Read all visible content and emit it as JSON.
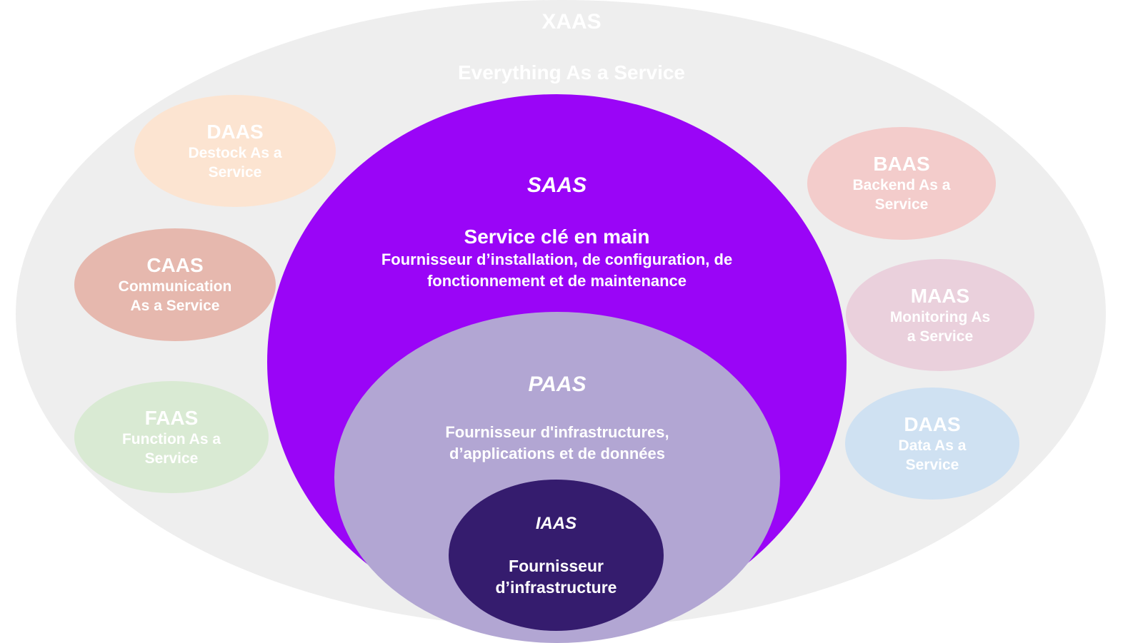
{
  "outer": {
    "title": "XAAS",
    "subtitle": "Everything As a Service",
    "color": "#eeeeee"
  },
  "saas": {
    "title": "SAAS",
    "heading": "Service clé en main",
    "line1": "Fournisseur d’installation, de configuration, de",
    "line2": "fonctionnement et de maintenance",
    "color": "#9a05f7"
  },
  "paas": {
    "title": "PAAS",
    "line1": "Fournisseur d'infrastructures,",
    "line2": "d’applications et de données",
    "color": "#b2a6d3"
  },
  "iaas": {
    "title": "IAAS",
    "line1": "Fournisseur",
    "line2": "d’infrastructure",
    "color": "#351c6e"
  },
  "bubbles": [
    {
      "title": "DAAS",
      "subtitle": "Destock As a\nService",
      "color": "#fce4d1"
    },
    {
      "title": "CAAS",
      "subtitle": "Communication\nAs a Service",
      "color": "#e6b8ae"
    },
    {
      "title": "FAAS",
      "subtitle": "Function As a\nService",
      "color": "#d9ead3"
    },
    {
      "title": "BAAS",
      "subtitle": "Backend As a\nService",
      "color": "#f3cccb"
    },
    {
      "title": "MAAS",
      "subtitle": "Monitoring As\na Service",
      "color": "#ead0dc"
    },
    {
      "title": "DAAS",
      "subtitle": "Data As a\nService",
      "color": "#cfe1f2"
    }
  ]
}
